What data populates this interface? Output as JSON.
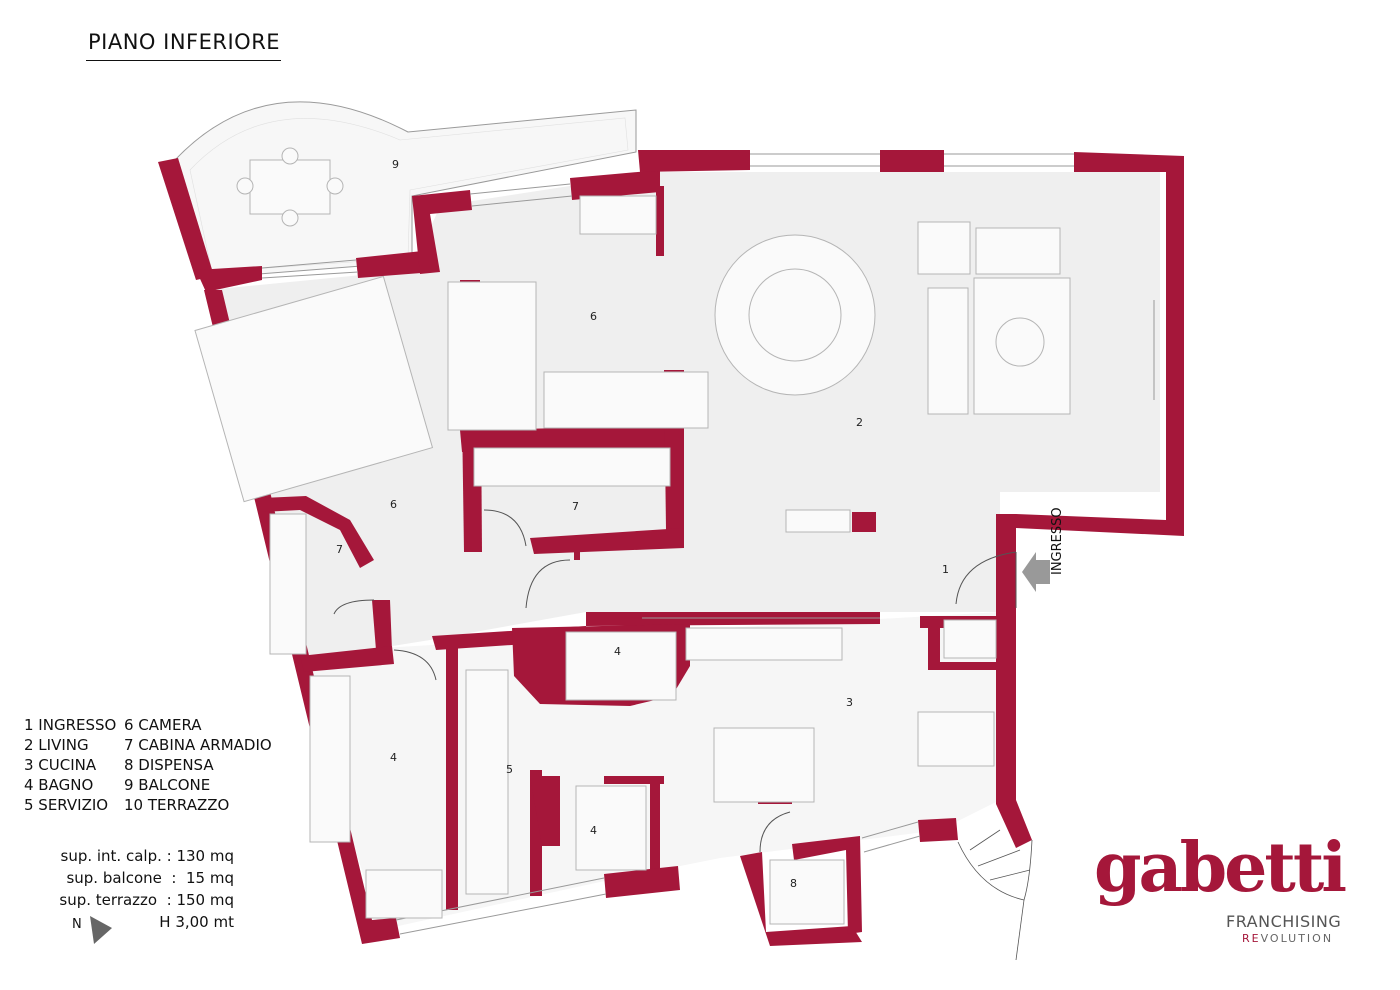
{
  "title": "PIANO INFERIORE",
  "legend": {
    "left": [
      "1 INGRESSO",
      "2 LIVING",
      "3 CUCINA",
      "4 BAGNO",
      "5 SERVIZIO"
    ],
    "right": [
      "6 CAMERA",
      "7 CABINA ARMADIO",
      "8 DISPENSA",
      "9 BALCONE",
      "10 TERRAZZO"
    ]
  },
  "areas": [
    "sup. int. calp. : 130 mq",
    "sup. balcone  :  15 mq",
    "sup. terrazzo  : 150 mq",
    "H 3,00 mt"
  ],
  "north_label": "N",
  "entrance_label": "INGRESSO",
  "room_numbers": {
    "n9": "9",
    "n6a": "6",
    "n6b": "6",
    "n2": "2",
    "n7a": "7",
    "n7b": "7",
    "n1": "1",
    "n4a": "4",
    "n3": "3",
    "n4b": "4",
    "n5": "5",
    "n4c": "4",
    "n8": "8"
  },
  "logo": {
    "word": "gabetti",
    "sub": "FRANCHISING",
    "rev_accent": "RE",
    "rev_rest": "VOLUTION"
  },
  "colors": {
    "wall": "#a5173a",
    "floor": "#efefef",
    "line": "#9a9a9a"
  }
}
